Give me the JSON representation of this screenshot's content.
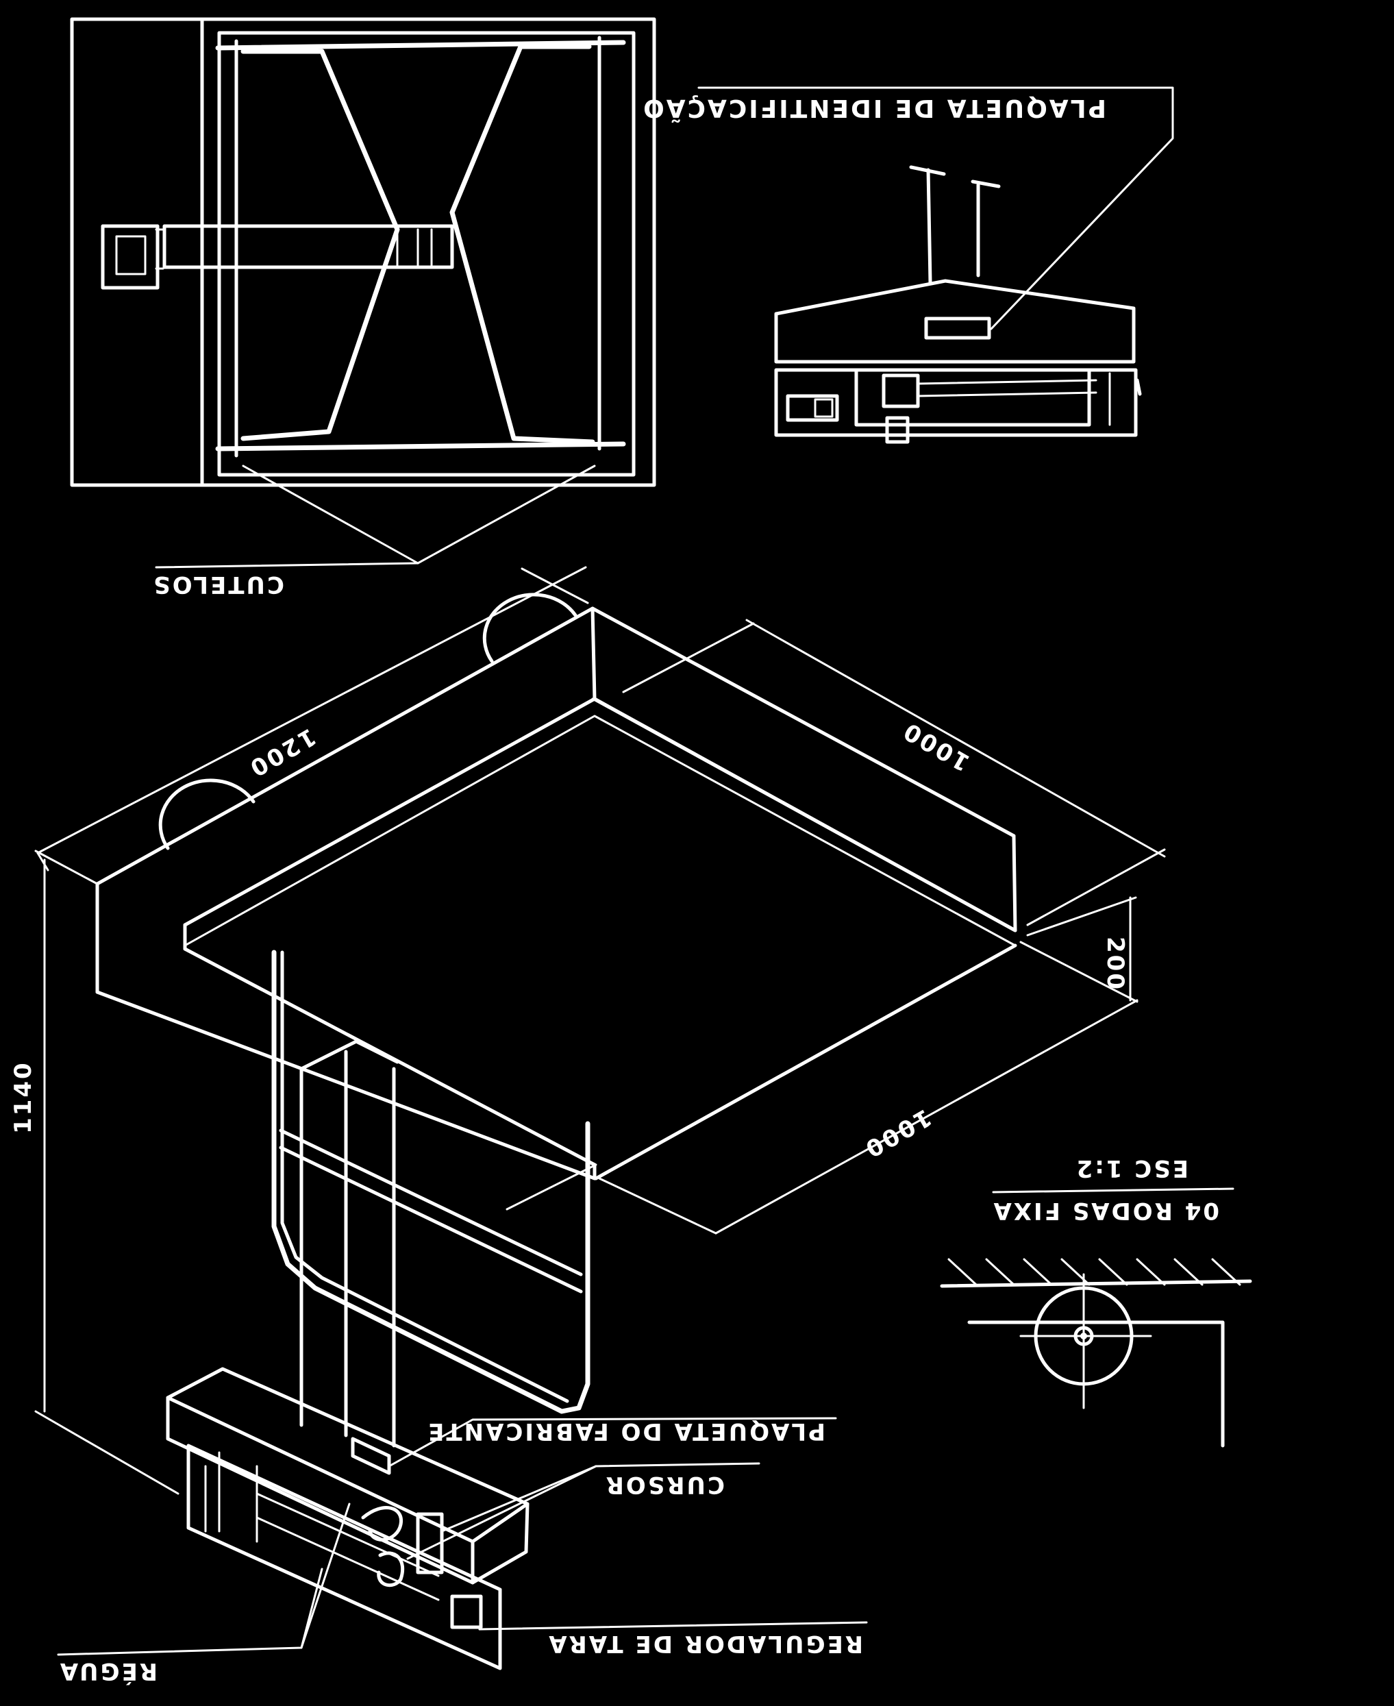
{
  "labels": {
    "plaqueta_identificacao": "PLAQUETA DE IDENTIFICAÇÃO",
    "cutelos": "CUTELOS",
    "plaqueta_fabricante": "PLAQUETA DO FABRICANTE",
    "cursor": "CURSOR",
    "regua": "RÉGUA",
    "regulador_tara": "REGULADOR DE TARA",
    "rodas": "04 RODAS FIXA",
    "escala": "ESC 1:2"
  },
  "dimensions": {
    "length": "1200",
    "width_top": "1000",
    "width_front": "1000",
    "platform_height": "200",
    "total_height": "1140"
  }
}
